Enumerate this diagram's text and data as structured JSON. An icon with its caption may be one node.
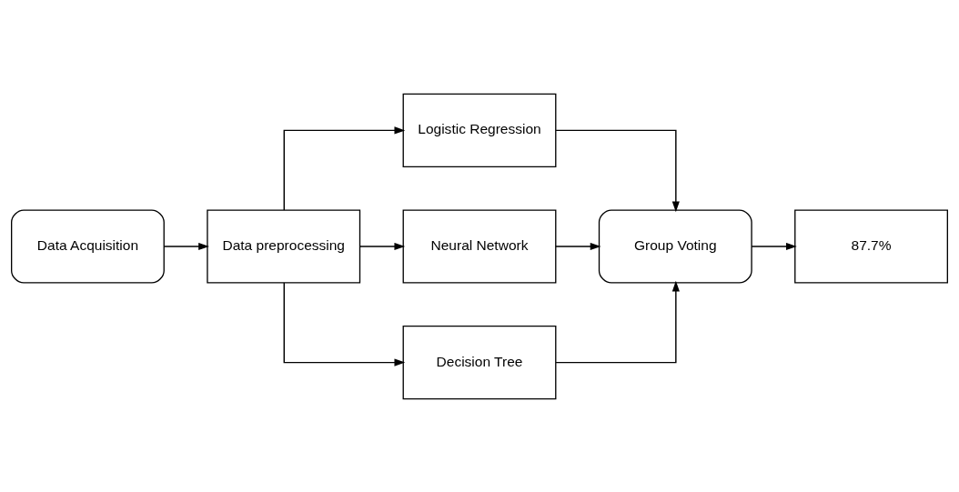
{
  "diagram": {
    "nodes": [
      {
        "text": [
          "Data Acquisition"
        ]
      },
      {
        "text": [
          "Data preprocessing"
        ]
      },
      {
        "text": [
          "Logistic Regression"
        ]
      },
      {
        "text": [
          "Neural Network"
        ]
      },
      {
        "text": [
          "Decision Tree"
        ]
      },
      {
        "text": [
          "Group Voting"
        ]
      },
      {
        "text": [
          "87.7%"
        ]
      }
    ],
    "edges": [
      {
        "from": 0,
        "to": 1,
        "arrow": "to"
      },
      {
        "from": 1,
        "to": 2,
        "arrow": "to"
      },
      {
        "from": 1,
        "to": 3,
        "arrow": "to"
      },
      {
        "from": 1,
        "to": 4,
        "arrow": "to"
      },
      {
        "from": 2,
        "to": 5,
        "arrow": "to"
      },
      {
        "from": 3,
        "to": 5,
        "arrow": "to"
      },
      {
        "from": 4,
        "to": 5,
        "arrow": "to"
      },
      {
        "from": 5,
        "to": 6,
        "arrow": "to"
      }
    ]
  }
}
